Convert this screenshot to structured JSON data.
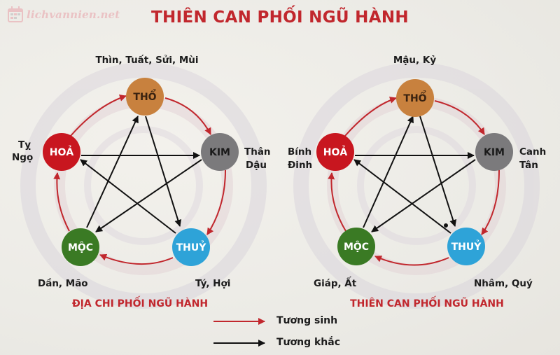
{
  "watermark": {
    "text": "lichvannien.net",
    "icon": "calendar-icon"
  },
  "title": "THIÊN CAN PHỐI NGŨ HÀNH",
  "colors": {
    "title": "#c1272d",
    "tho": "#c8813e",
    "hoa": "#c8161f",
    "kim": "#7b7a7c",
    "moc": "#3a7a24",
    "thuy": "#2ea3d8",
    "sinh_arrow": "#c1272d",
    "khac_arrow": "#111111"
  },
  "elements": {
    "tho": "THỔ",
    "hoa": "HOẢ",
    "kim": "KIM",
    "moc": "MỘC",
    "thuy": "THUỶ"
  },
  "left_diagram": {
    "caption": "ĐỊA CHI PHỐI NGŨ HÀNH",
    "labels": {
      "tho": "Thìn, Tuất, Sửi, Mùi",
      "hoa_1": "Tỵ",
      "hoa_2": "Ngọ",
      "kim_1": "Thân",
      "kim_2": "Dậu",
      "moc": "Dần, Mão",
      "thuy": "Tý, Hợi"
    }
  },
  "right_diagram": {
    "caption": "THIÊN CAN PHỐI NGŨ HÀNH",
    "labels": {
      "tho": "Mậu, Kỷ",
      "hoa_1": "Bính",
      "hoa_2": "Đinh",
      "kim_1": "Canh",
      "kim_2": "Tân",
      "moc": "Giáp, Ất",
      "thuy": "Nhâm, Quý"
    }
  },
  "legend": {
    "sinh": "Tương sinh",
    "khac": "Tương khắc"
  },
  "relations": {
    "sinh_cycle": [
      "HOẢ",
      "THỔ",
      "KIM",
      "THUỶ",
      "MỘC",
      "HOẢ"
    ],
    "khac_pairs": [
      [
        "HOẢ",
        "KIM"
      ],
      [
        "KIM",
        "MỘC"
      ],
      [
        "MỘC",
        "THỔ"
      ],
      [
        "THỔ",
        "THUỶ"
      ],
      [
        "THUỶ",
        "HOẢ"
      ]
    ]
  }
}
